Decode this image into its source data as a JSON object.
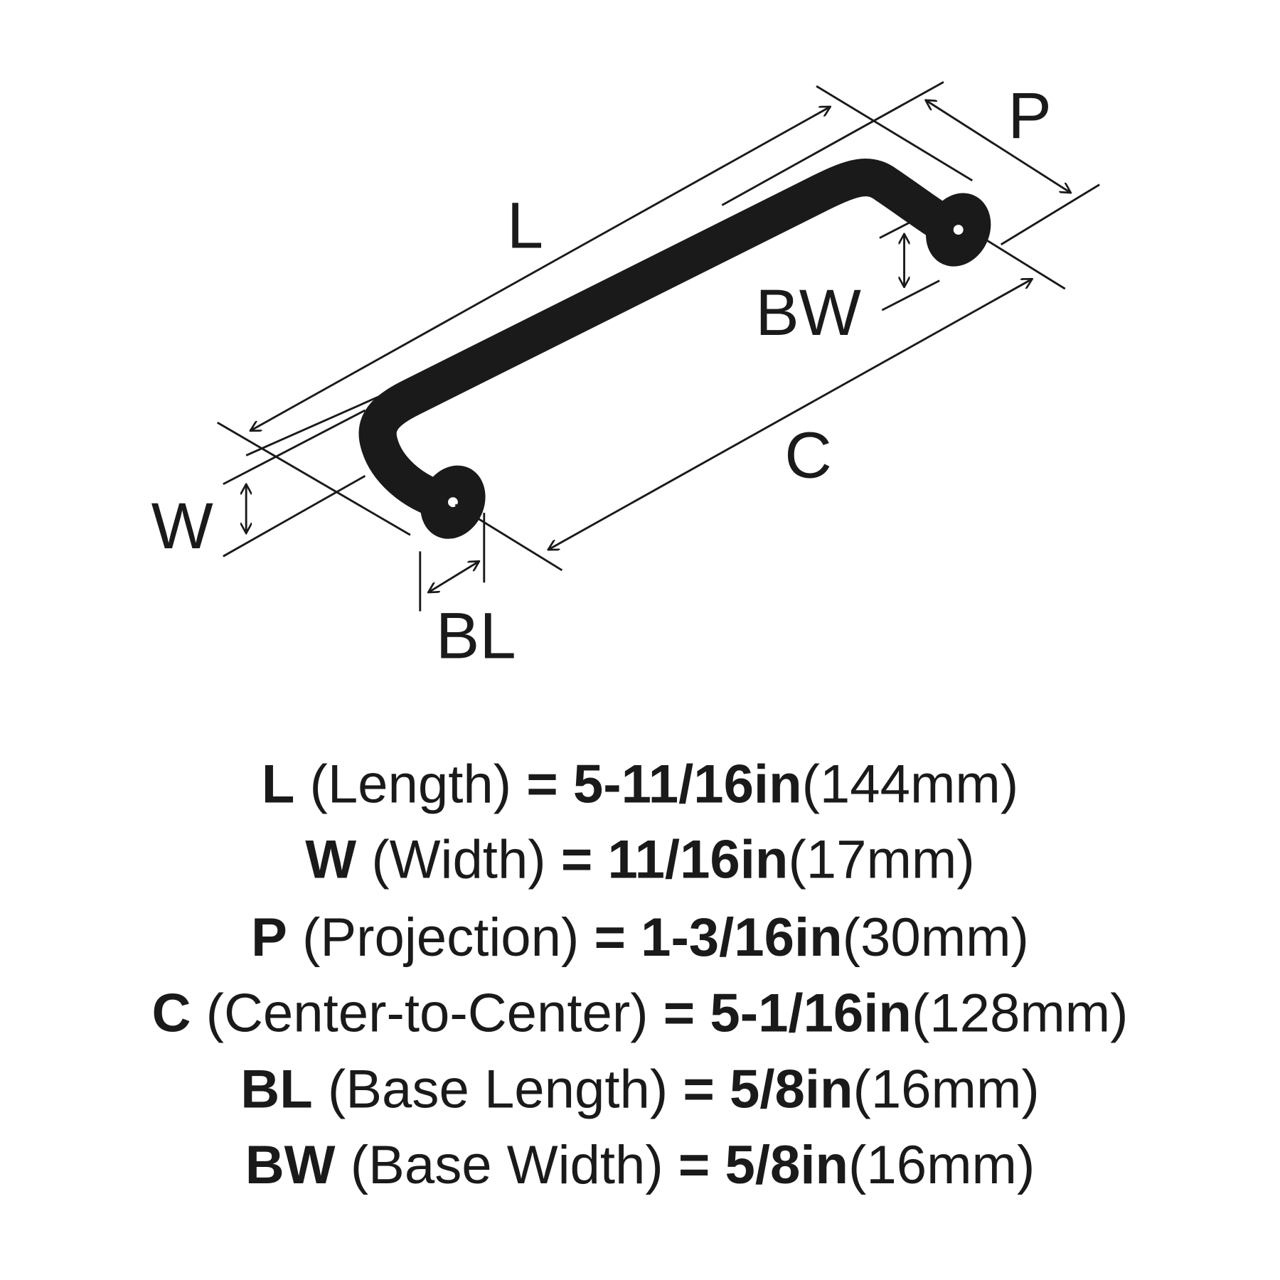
{
  "diagram": {
    "labels": {
      "L": "L",
      "W": "W",
      "P": "P",
      "C": "C",
      "BL": "BL",
      "BW": "BW"
    },
    "handle_color": "#1a1a1a"
  },
  "specs": [
    {
      "key": "L",
      "name": "(Length)",
      "eq": "=",
      "inch": "5-11/16in",
      "mm": "(144mm)"
    },
    {
      "key": "W",
      "name": "(Width)",
      "eq": "=",
      "inch": "11/16in",
      "mm": "(17mm)"
    },
    {
      "key": "P",
      "name": "(Projection)",
      "eq": "=",
      "inch": "1-3/16in",
      "mm": "(30mm)"
    },
    {
      "key": "C",
      "name": "(Center-to-Center)",
      "eq": "=",
      "inch": "5-1/16in",
      "mm": "(128mm)"
    },
    {
      "key": "BL",
      "name": "(Base Length)",
      "eq": "=",
      "inch": "5/8in",
      "mm": "(16mm)"
    },
    {
      "key": "BW",
      "name": "(Base Width)",
      "eq": "=",
      "inch": "5/8in",
      "mm": "(16mm)"
    }
  ]
}
